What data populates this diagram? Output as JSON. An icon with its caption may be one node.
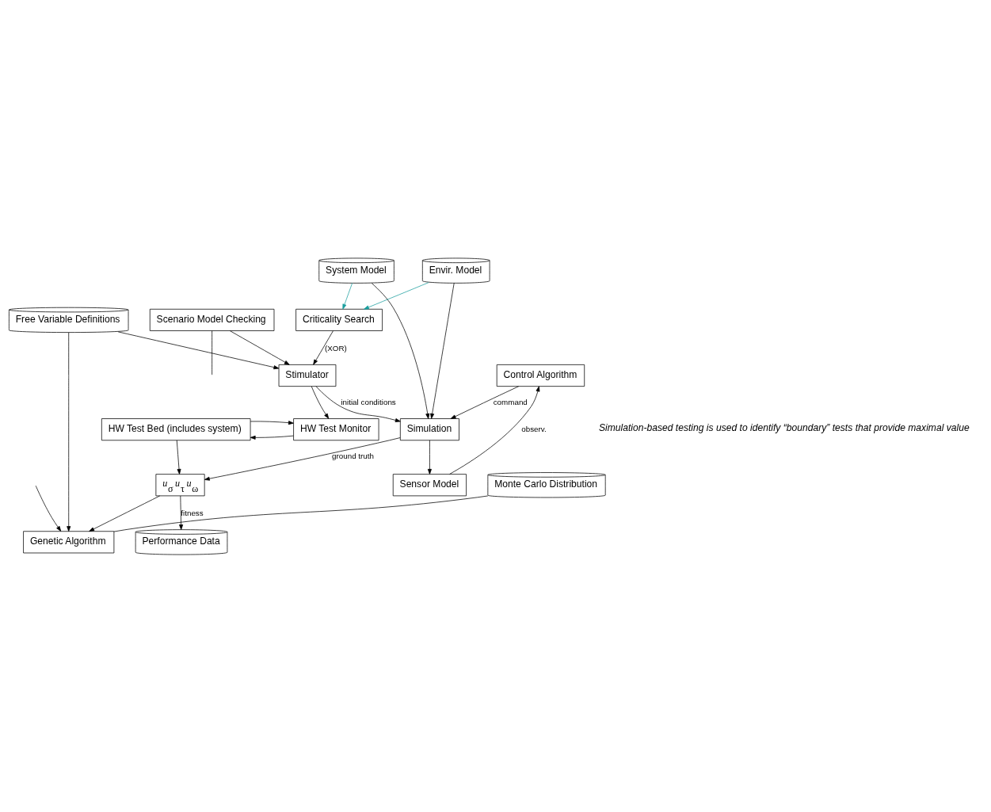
{
  "diagram": {
    "nodes": [
      {
        "text": [
          "HW Test Bed (includes system)"
        ]
      },
      {
        "text": [
          "HW Test Monitor"
        ]
      },
      {
        "text": [
          "Control Algorithm"
        ]
      },
      {
        "text": [
          "Sensor Model"
        ]
      },
      {
        "text": [
          "*u*$_{σ}$ *u*$_{τ}$ *u*$_{ω}$"
        ]
      },
      {
        "text": [
          "Simulation"
        ]
      },
      {
        "text": [
          "Scenario Model Checking"
        ]
      },
      {
        "text": [
          "Monte Carlo Distribution"
        ]
      },
      {
        "text": [
          "Stimulator"
        ]
      },
      {
        "text": [
          "Criticality Search"
        ]
      },
      {
        "text": [
          "System Model"
        ]
      },
      {
        "text": [
          "Envir. Model"
        ]
      },
      {
        "text": [
          "Free Variable Definitions"
        ]
      },
      {
        "text": [
          "Genetic Algorithm"
        ]
      },
      {
        "text": [
          "Performance Data"
        ]
      }
    ],
    "edges": [
      {
        "from": 1,
        "to": 0,
        "arrow": "to"
      },
      {
        "from": 0,
        "to": 1,
        "arrow": "to"
      },
      {
        "from": 0,
        "to": 4,
        "arrow": "to"
      },
      {
        "from": 3,
        "to": 2,
        "label": "observ.",
        "arrow": "to"
      },
      {
        "from": 2,
        "to": 5,
        "label": "command",
        "arrow": "to"
      },
      {
        "from": 5,
        "to": 3,
        "arrow": "to"
      },
      {
        "from": 5,
        "to": 4,
        "label": "ground truth",
        "arrow": "to"
      },
      {
        "from": 8,
        "to": 5,
        "label": "initial conditions",
        "arrow": "to"
      },
      {
        "from": 8,
        "to": 1,
        "arrow": "to"
      },
      {
        "from": 6,
        "to": 8,
        "arrow": "to"
      },
      {
        "from": 9,
        "to": 8,
        "label": "(XOR)",
        "arrow": "to"
      },
      {
        "from": 7,
        "to": 13,
        "arrow": "none"
      },
      {
        "from": 12,
        "to": 8,
        "arrow": "to"
      },
      {
        "from": 12,
        "to": 13,
        "arrow": "to"
      },
      {
        "from": 10,
        "to": 5,
        "arrow": "to"
      },
      {
        "from": 11,
        "to": 5,
        "arrow": "to"
      },
      {
        "from": 4,
        "to": 14,
        "label": "fitness",
        "arrow": "to"
      },
      {
        "from": 4,
        "to": 13,
        "arrow": "to"
      },
      {
        "from": 10,
        "to": 9,
        "arrow": "to",
        "color": "#1a9e9e"
      },
      {
        "from": 11,
        "to": 9,
        "arrow": "to",
        "color": "#1a9e9e"
      },
      {
        "from": 6,
        "to": null,
        "arrow": "none"
      },
      {
        "from": null,
        "to": 13,
        "arrow": "to"
      }
    ],
    "labels": [
      "Simulation-based testing is used to identify “boundary” tests that provide maximal value"
    ]
  }
}
